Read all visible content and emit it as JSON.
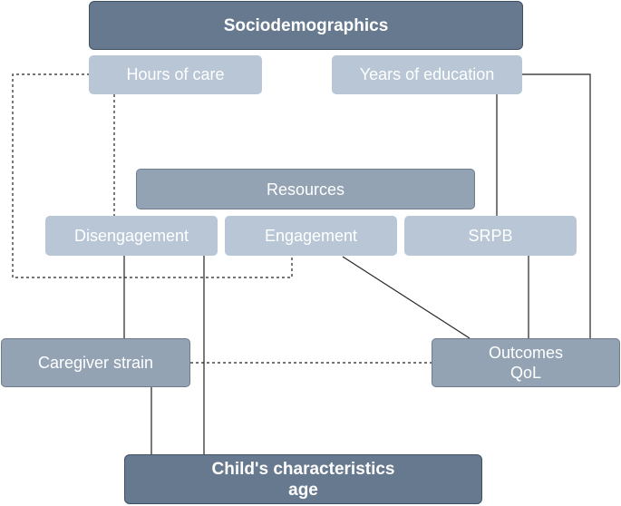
{
  "nodes": {
    "sociodemographics": "Sociodemographics",
    "hours_of_care": "Hours of care",
    "years_of_education": "Years of education",
    "resources": "Resources",
    "disengagement": "Disengagement",
    "engagement": "Engagement",
    "srpb": "SRPB",
    "caregiver_strain": "Caregiver strain",
    "outcomes_line1": "Outcomes",
    "outcomes_line2": "QoL",
    "child_line1": "Child's characteristics",
    "child_line2": "age"
  },
  "colors": {
    "dark_fill": "#67798f",
    "light_fill": "#b8c6d5",
    "mid_fill": "#93a3b4",
    "line": "#222222"
  }
}
